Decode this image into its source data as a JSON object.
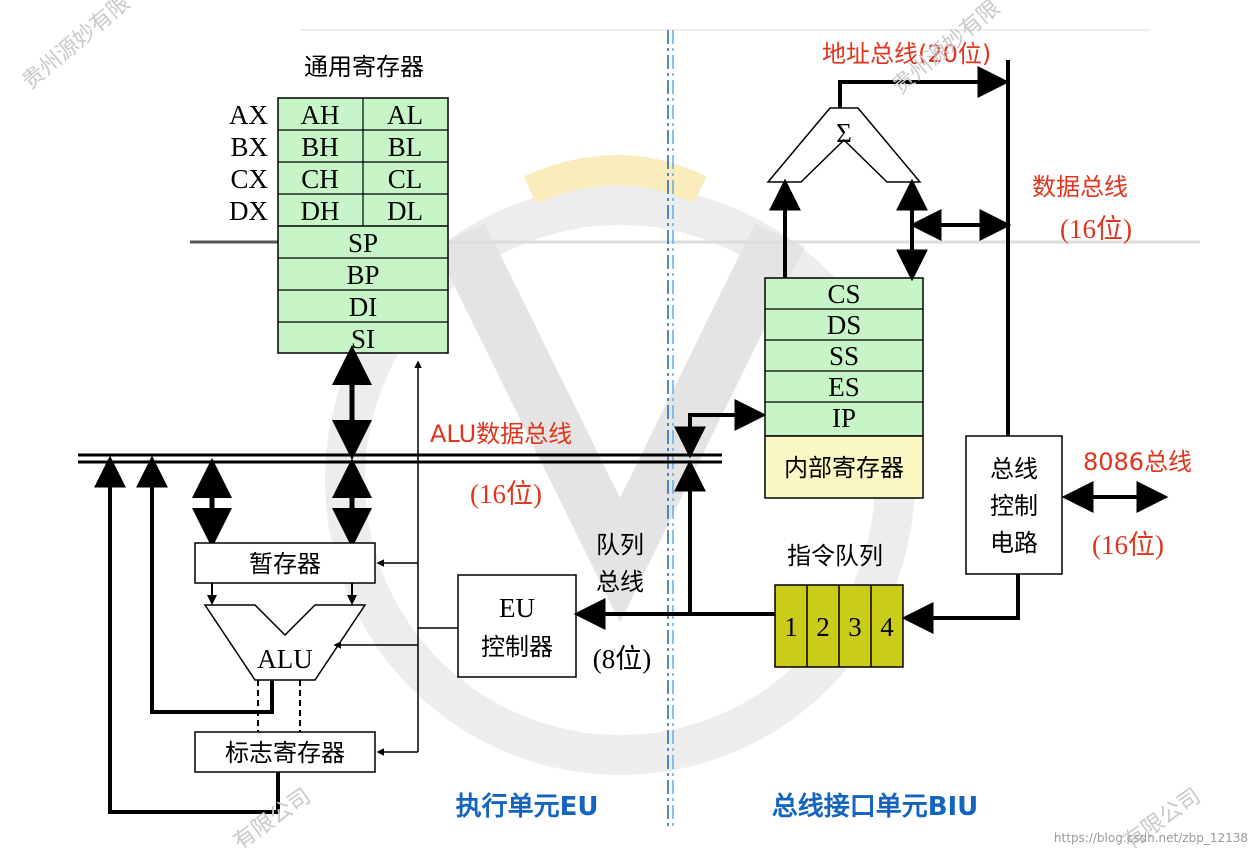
{
  "registers": {
    "title": "通用寄存器",
    "row_labels": [
      "AX",
      "BX",
      "CX",
      "DX"
    ],
    "pairs": [
      [
        "AH",
        "AL"
      ],
      [
        "BH",
        "BL"
      ],
      [
        "CH",
        "CL"
      ],
      [
        "DH",
        "DL"
      ]
    ],
    "full": [
      "SP",
      "BP",
      "DI",
      "SI"
    ]
  },
  "segment_regs": [
    "CS",
    "DS",
    "SS",
    "ES",
    "IP"
  ],
  "internal_regs_label": "内部寄存器",
  "buses": {
    "address": "地址总线(20位)",
    "data": "数据总线",
    "data_width": "(16位)",
    "alu_data": "ALU数据总线",
    "alu_width": "(16位)",
    "queue_line1": "队列",
    "queue_line2": "总线",
    "queue_width": "(8位)",
    "sys_bus": "8086总线",
    "sys_width": "(16位)"
  },
  "sigma": "Σ",
  "temp_reg": "暂存器",
  "alu": "ALU",
  "flag_reg": "标志寄存器",
  "eu_ctrl": [
    "EU",
    "控制器"
  ],
  "bus_ctrl": [
    "总线",
    "控制",
    "电路"
  ],
  "queue_title": "指令队列",
  "queue_cells": [
    "1",
    "2",
    "3",
    "4"
  ],
  "sections": {
    "eu": "执行单元EU",
    "biu": "总线接口单元BIU"
  },
  "watermark": {
    "top_left": "贵州源妙有限",
    "bottom": "有限公司",
    "url": "https://blog.csdn.net/zbp_12138"
  },
  "colors": {
    "register_fill": "#c8f5c8",
    "internal_fill": "#fbf7c2",
    "queue_fill": "#cbcb1a",
    "accent_red": "#e0341c",
    "section_blue": "#1565c0"
  }
}
